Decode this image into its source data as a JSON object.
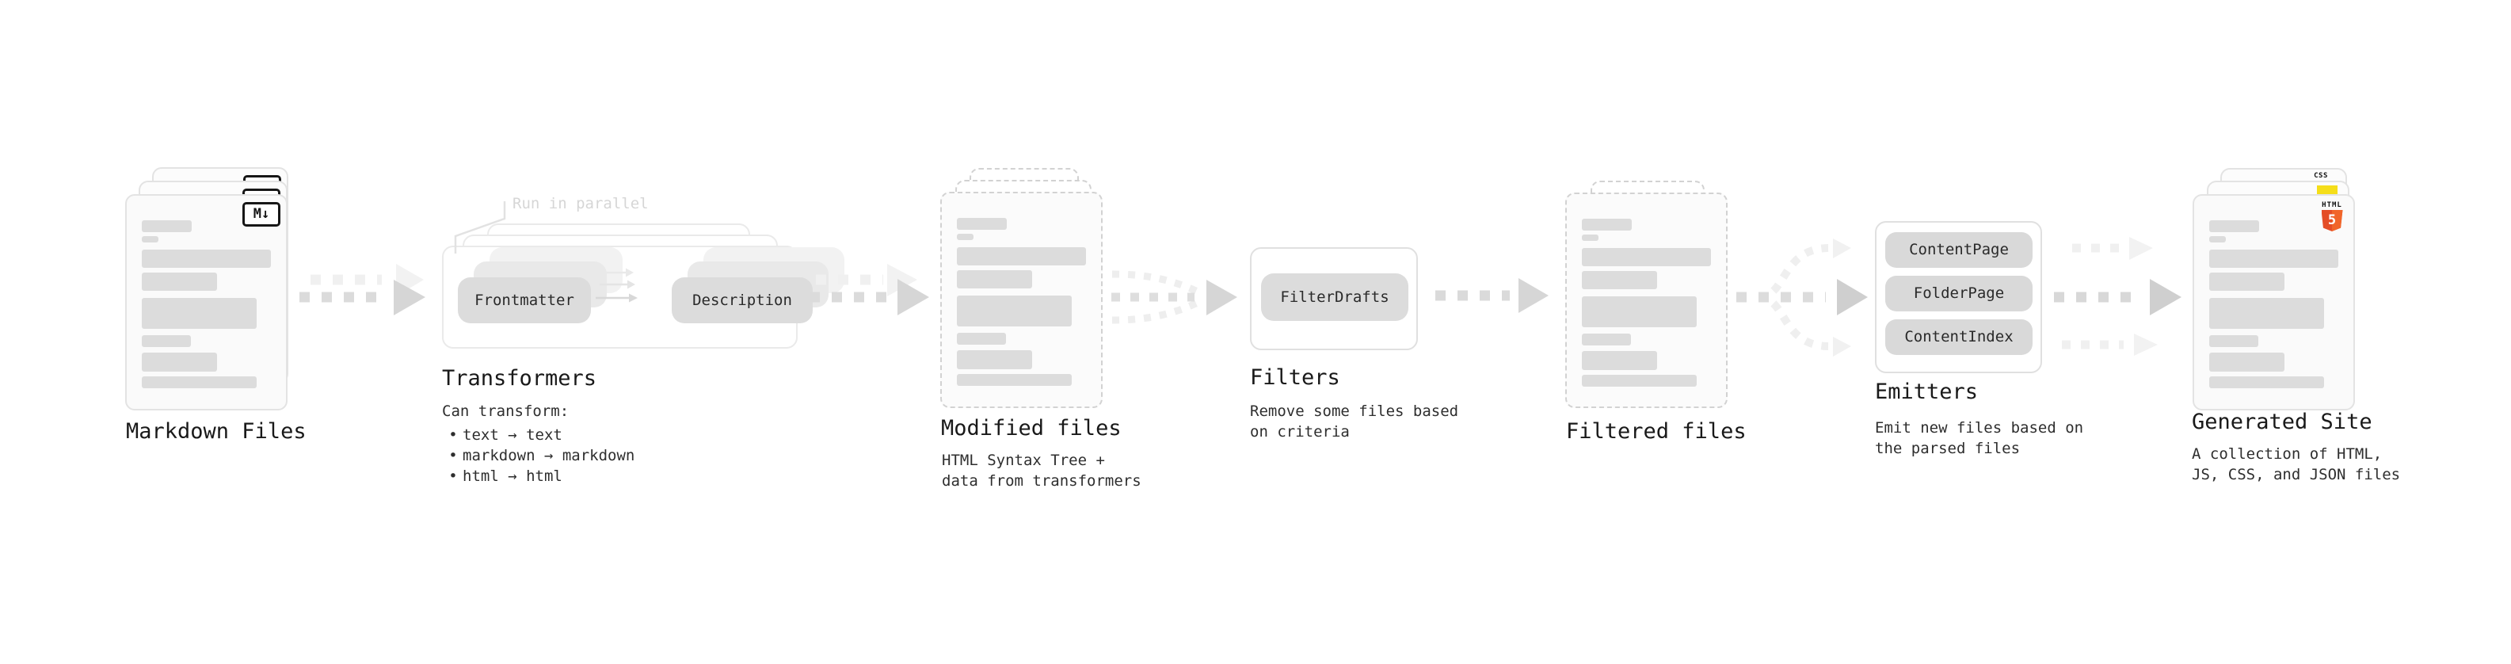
{
  "stages": {
    "markdown": {
      "label": "Markdown Files",
      "badge": "M↓"
    },
    "transformers": {
      "label": "Transformers",
      "note": "Run in parallel",
      "chip_left": "Frontmatter",
      "chip_right": "Description",
      "desc_title": "Can transform:",
      "bullet_glyph": "•",
      "bullets": [
        "text → text",
        "markdown → markdown",
        "html → html"
      ]
    },
    "modified": {
      "label": "Modified files",
      "desc": "HTML Syntax Tree +\ndata from transformers"
    },
    "filters": {
      "label": "Filters",
      "chip": "FilterDrafts",
      "desc": "Remove some files based\non criteria"
    },
    "filtered": {
      "label": "Filtered files"
    },
    "emitters": {
      "label": "Emitters",
      "chips": [
        "ContentPage",
        "FolderPage",
        "ContentIndex"
      ],
      "desc": "Emit new files based on\nthe parsed files"
    },
    "generated": {
      "label": "Generated Site",
      "desc": "A collection of HTML,\nJS, CSS, and JSON files",
      "css_badge": "CSS",
      "html_badge_word": "HTML",
      "html_badge_number": "5"
    }
  },
  "colors": {
    "html5_orange": "#e44d26",
    "html5_orange_light": "#f16529",
    "js_yellow": "#f5de19",
    "css_blue": "#2d53e5",
    "chip_gray": "#dcdcdc",
    "arrow_gray": "#dbdbdb",
    "arrow_faint": "#f0f0f0"
  }
}
